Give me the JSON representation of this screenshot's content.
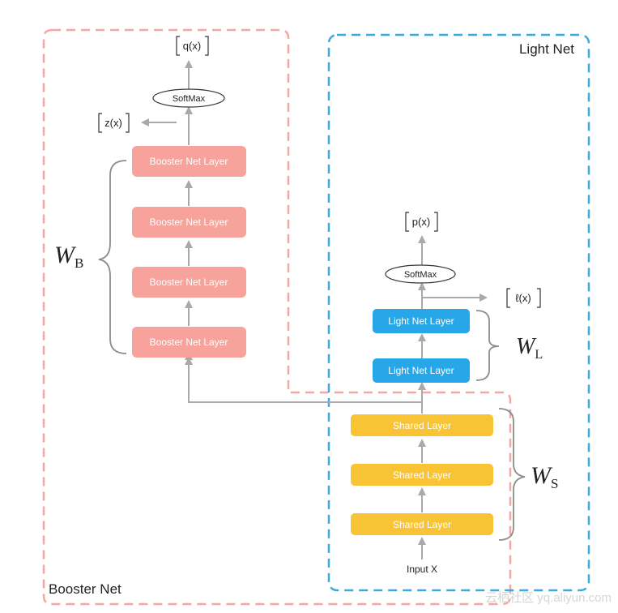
{
  "booster_net": {
    "title": "Booster Net",
    "border_color": "#f4a6a3",
    "layer_color": "#f7a29b",
    "layers": [
      "Booster Net Layer",
      "Booster Net Layer",
      "Booster Net Layer",
      "Booster Net Layer"
    ],
    "softmax": "SoftMax",
    "output_top": "q(x)",
    "output_side": "z(x)",
    "weight": {
      "symbol": "W",
      "subscript": "B"
    }
  },
  "light_net": {
    "title": "Light Net",
    "border_color": "#3ea8e0",
    "layer_color": "#28a7e8",
    "layers": [
      "Light Net Layer",
      "Light Net Layer"
    ],
    "softmax": "SoftMax",
    "output_top": "p(x)",
    "output_side": "ℓ(x)",
    "weight": {
      "symbol": "W",
      "subscript": "L"
    }
  },
  "shared": {
    "layer_color": "#f8c436",
    "layers": [
      "Shared Layer",
      "Shared Layer",
      "Shared Layer"
    ],
    "weight": {
      "symbol": "W",
      "subscript": "S"
    },
    "input": "Input X"
  },
  "watermark": "云栖社区 yq.aliyun.com"
}
